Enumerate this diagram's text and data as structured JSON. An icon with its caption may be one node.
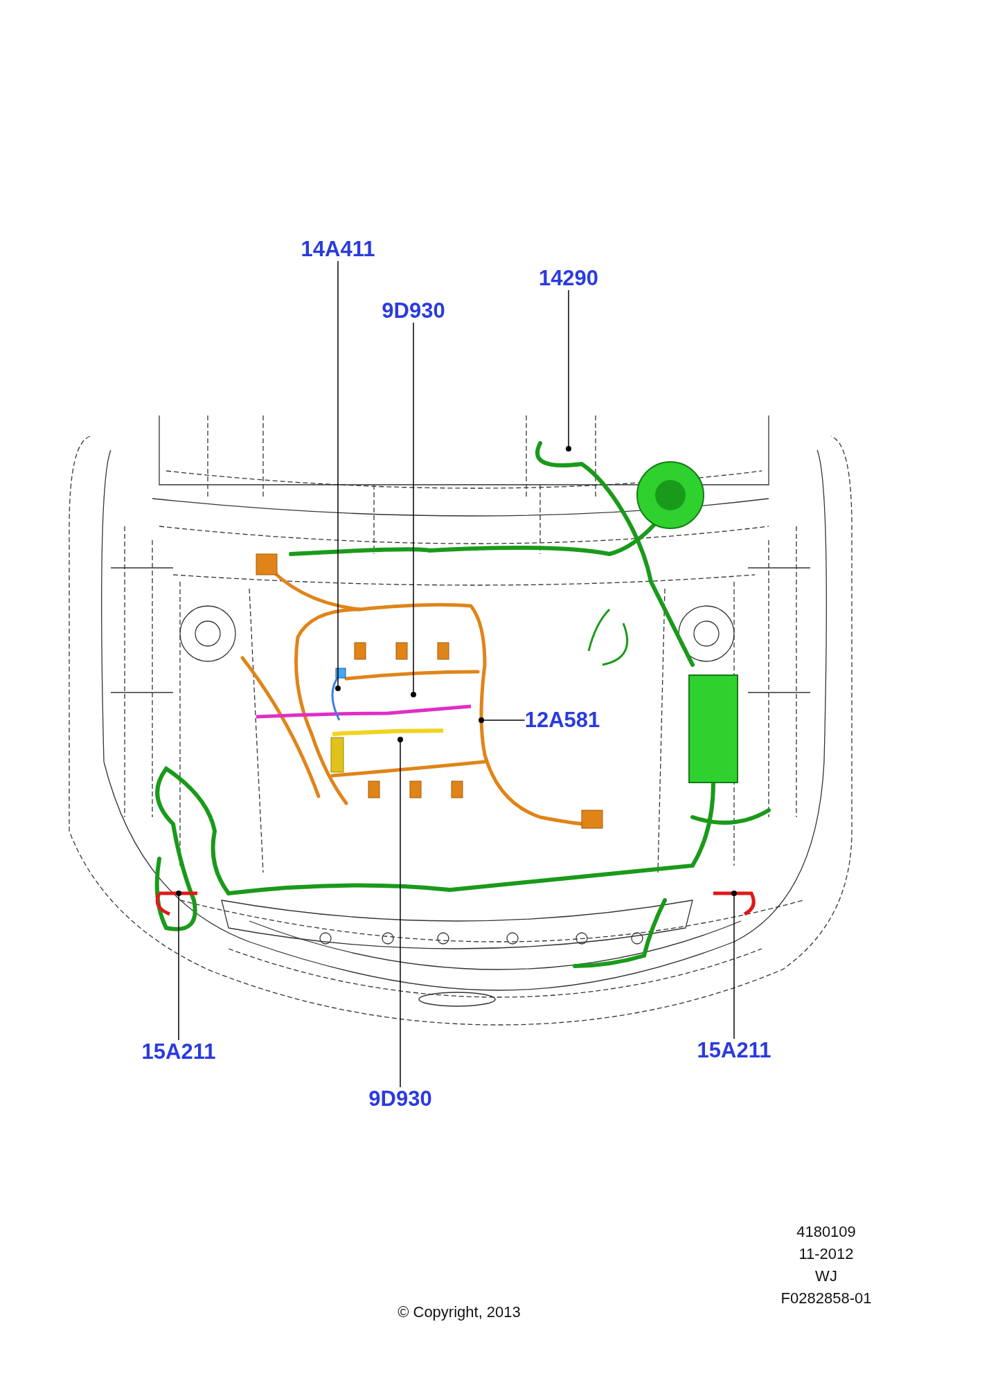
{
  "diagram": {
    "nodes": [
      {
        "text": [
          "14A411"
        ]
      },
      {
        "text": [
          "14290"
        ]
      },
      {
        "text": [
          "9D930"
        ]
      },
      {
        "text": [
          "12A581"
        ]
      },
      {
        "text": [
          "15A211"
        ]
      },
      {
        "text": [
          "9D930"
        ]
      },
      {
        "text": [
          "15A211"
        ]
      }
    ],
    "edges": [
      {
        "from": 0,
        "to": null,
        "arrow": "other"
      },
      {
        "from": 1,
        "to": null,
        "arrow": "other"
      },
      {
        "from": 2,
        "to": null,
        "arrow": "other"
      },
      {
        "from": 3,
        "to": null,
        "arrow": "other"
      },
      {
        "from": 4,
        "to": null,
        "arrow": "other"
      },
      {
        "from": 5,
        "to": null,
        "arrow": "other"
      },
      {
        "from": 6,
        "to": null,
        "arrow": "other"
      }
    ],
    "labels": [
      "4180109",
      "11-2012",
      "WJ",
      "F0282858-01",
      "© Copyright, 2013"
    ]
  }
}
